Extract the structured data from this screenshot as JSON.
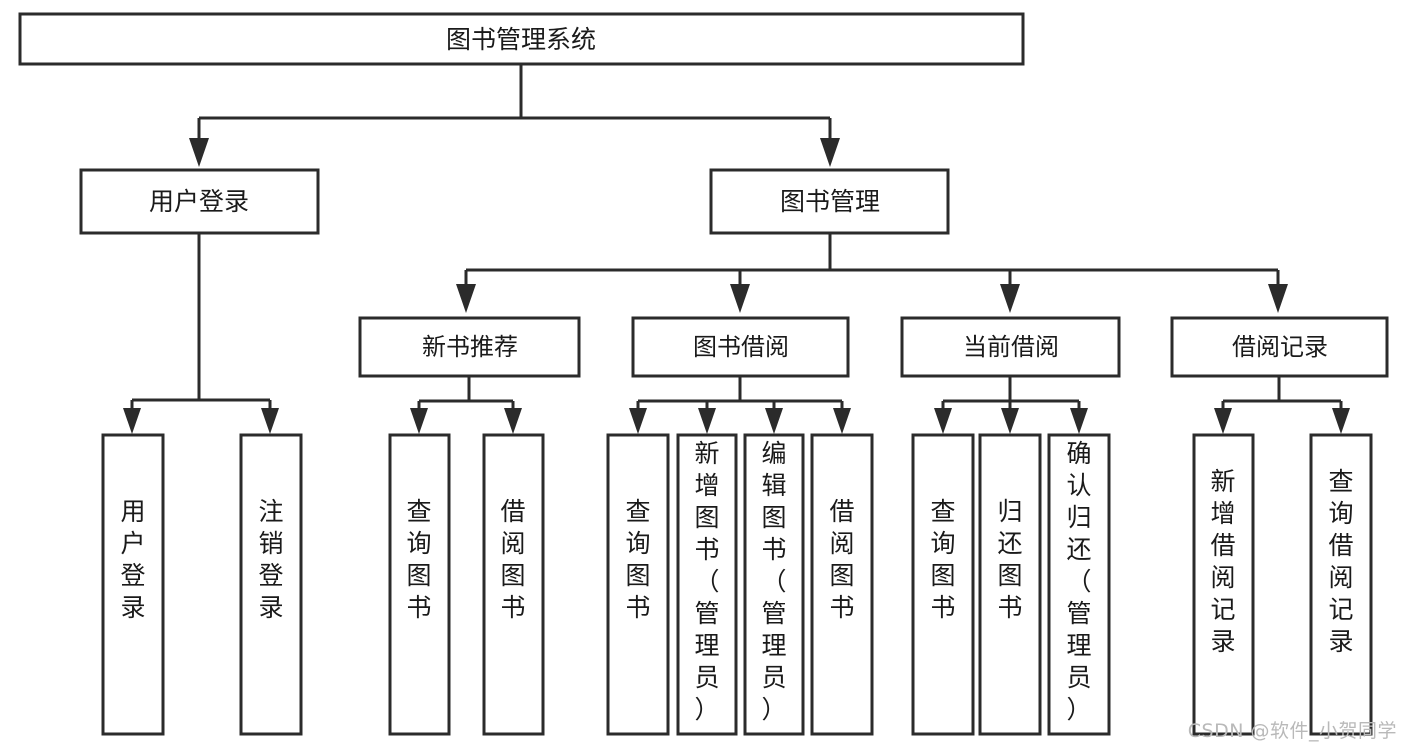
{
  "diagram": {
    "type": "tree",
    "title": "图书管理系统",
    "watermark": "CSDN @软件_小贺同学",
    "root": {
      "id": "root",
      "label": "图书管理系统"
    },
    "level2": [
      {
        "id": "user-login",
        "label": "用户登录"
      },
      {
        "id": "book-management",
        "label": "图书管理"
      }
    ],
    "level3": [
      {
        "id": "new-book-recommend",
        "label": "新书推荐",
        "parent": "book-management"
      },
      {
        "id": "book-borrow",
        "label": "图书借阅",
        "parent": "book-management"
      },
      {
        "id": "current-borrow",
        "label": "当前借阅",
        "parent": "book-management"
      },
      {
        "id": "borrow-record",
        "label": "借阅记录",
        "parent": "book-management"
      }
    ],
    "leaves": [
      {
        "id": "leaf-user-login",
        "label": "用户登录",
        "parent": "user-login"
      },
      {
        "id": "leaf-logout-login",
        "label": "注销登录",
        "parent": "user-login"
      },
      {
        "id": "leaf-query-book-1",
        "label": "查询图书",
        "parent": "new-book-recommend"
      },
      {
        "id": "leaf-borrow-book-1",
        "label": "借阅图书",
        "parent": "new-book-recommend"
      },
      {
        "id": "leaf-query-book-2",
        "label": "查询图书",
        "parent": "book-borrow"
      },
      {
        "id": "leaf-add-book",
        "label": "新增图书（管理员）",
        "parent": "book-borrow"
      },
      {
        "id": "leaf-edit-book",
        "label": "编辑图书（管理员）",
        "parent": "book-borrow"
      },
      {
        "id": "leaf-borrow-book-2",
        "label": "借阅图书",
        "parent": "book-borrow"
      },
      {
        "id": "leaf-query-book-3",
        "label": "查询图书",
        "parent": "current-borrow"
      },
      {
        "id": "leaf-return-book",
        "label": "归还图书",
        "parent": "current-borrow"
      },
      {
        "id": "leaf-confirm-return",
        "label": "确认归还（管理员）",
        "parent": "current-borrow"
      },
      {
        "id": "leaf-add-record",
        "label": "新增借阅记录",
        "parent": "borrow-record"
      },
      {
        "id": "leaf-query-record",
        "label": "查询借阅记录",
        "parent": "borrow-record"
      }
    ],
    "colors": {
      "stroke": "#2b2b2b",
      "fill": "#ffffff",
      "text": "#1a1a1a",
      "watermark": "#b9b9b9"
    }
  }
}
